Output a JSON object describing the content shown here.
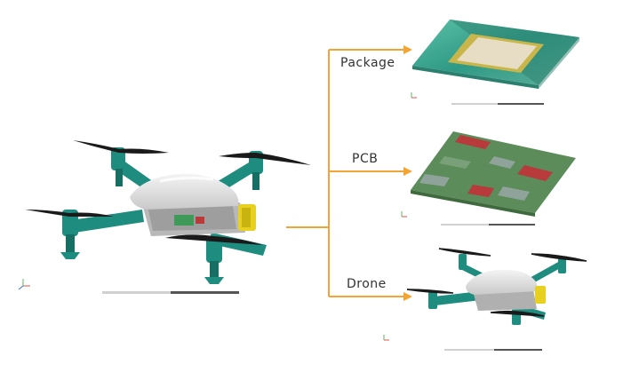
{
  "branches": [
    {
      "label": "Package"
    },
    {
      "label": "PCB"
    },
    {
      "label": "Drone"
    }
  ],
  "colors": {
    "arrow": "#f2a533",
    "drone_arm": "#1e8c7e",
    "drone_body": "#dcdcdc",
    "battery": "#e8d021",
    "pcb_green": "#5b8c5a",
    "pcb_red": "#b83a3a",
    "package_substrate": "#3aa38e",
    "package_die": "#e6ddc4"
  },
  "icons": [
    "axis-triad-icon",
    "propeller-icon"
  ]
}
